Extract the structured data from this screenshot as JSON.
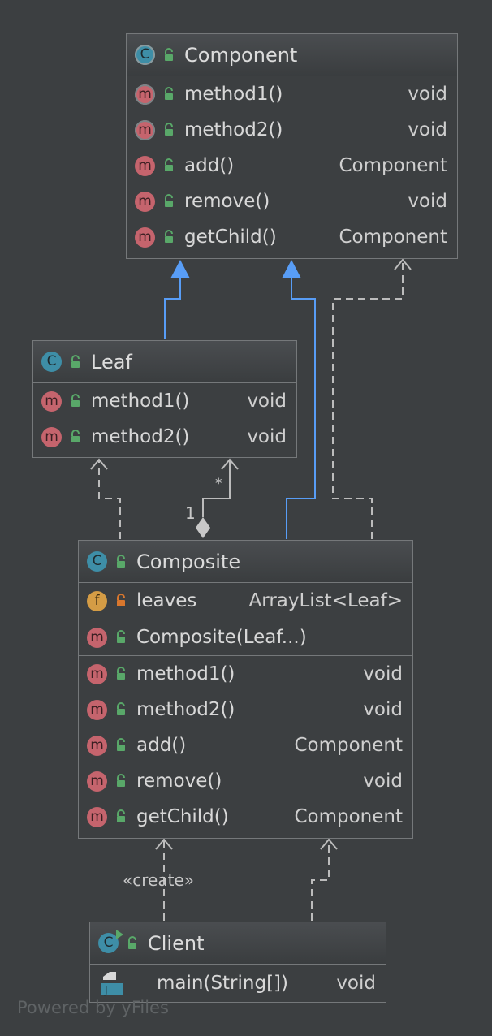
{
  "classes": {
    "component": {
      "name": "Component",
      "members": [
        {
          "name": "method1()",
          "type": "void"
        },
        {
          "name": "method2()",
          "type": "void"
        },
        {
          "name": "add()",
          "type": "Component"
        },
        {
          "name": "remove()",
          "type": "void"
        },
        {
          "name": "getChild()",
          "type": "Component"
        }
      ]
    },
    "leaf": {
      "name": "Leaf",
      "members": [
        {
          "name": "method1()",
          "type": "void"
        },
        {
          "name": "method2()",
          "type": "void"
        }
      ]
    },
    "composite": {
      "name": "Composite",
      "fields": [
        {
          "name": "leaves",
          "type": "ArrayList<Leaf>"
        }
      ],
      "constructors": [
        {
          "name": "Composite(Leaf...)",
          "type": ""
        }
      ],
      "members": [
        {
          "name": "method1()",
          "type": "void"
        },
        {
          "name": "method2()",
          "type": "void"
        },
        {
          "name": "add()",
          "type": "Component"
        },
        {
          "name": "remove()",
          "type": "void"
        },
        {
          "name": "getChild()",
          "type": "Component"
        }
      ]
    },
    "client": {
      "name": "Client",
      "members": [
        {
          "name": "main(String[])",
          "type": "void"
        }
      ]
    }
  },
  "edge_labels": {
    "multiplicity_many": "*",
    "multiplicity_one": "1",
    "create": "«create»"
  },
  "icons": {
    "class_badge": "C",
    "method_badge": "m",
    "field_badge": "f"
  },
  "colors": {
    "background": "#3c3f41",
    "inheritance": "#589df6",
    "dependency": "#bcbcbc",
    "public_lock": "#59a869",
    "private_lock": "#d9772d"
  },
  "footer": "Powered by yFiles"
}
